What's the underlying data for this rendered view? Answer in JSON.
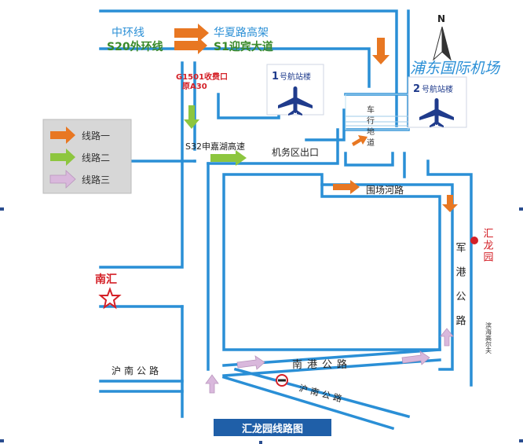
{
  "map_title": "汇龙园线路图",
  "airport_name": "浦东国际机场",
  "north_label": "N",
  "terminal1": {
    "number": "1",
    "label": "号航站楼"
  },
  "terminal2": {
    "number": "2",
    "label": "号航站楼"
  },
  "legend": [
    {
      "label": "线路一",
      "color": "#e87722"
    },
    {
      "label": "线路二",
      "color": "#8dc63f"
    },
    {
      "label": "线路三",
      "color": "#d9b8dc"
    }
  ],
  "routes_top": {
    "row1_from": "中环线",
    "row1_to": "华夏路高架",
    "row2_from": "S20外环线",
    "row2_to": "S1迎宾大道"
  },
  "toll": {
    "line1": "G1501收费口",
    "line2": "原A30"
  },
  "roads": {
    "s32": "S32申嘉湖高速",
    "airport_exit": "机务区出口",
    "pedestrian": "车行地道",
    "ring_river": "围场河路",
    "nangang": "南港公路",
    "hunan_left": "沪南公路",
    "hunan_lower": "沪南公路",
    "jungang": "军港公路"
  },
  "places": {
    "nanhui": "南汇",
    "huilongyuan": "汇龙园",
    "golf": "滨海高尔夫"
  },
  "colors": {
    "road_blue": "#2a8fd6",
    "orange": "#e87722",
    "green": "#8dc63f",
    "pink": "#d9b8dc",
    "red": "#d42027",
    "navy": "#1f3b8c"
  }
}
